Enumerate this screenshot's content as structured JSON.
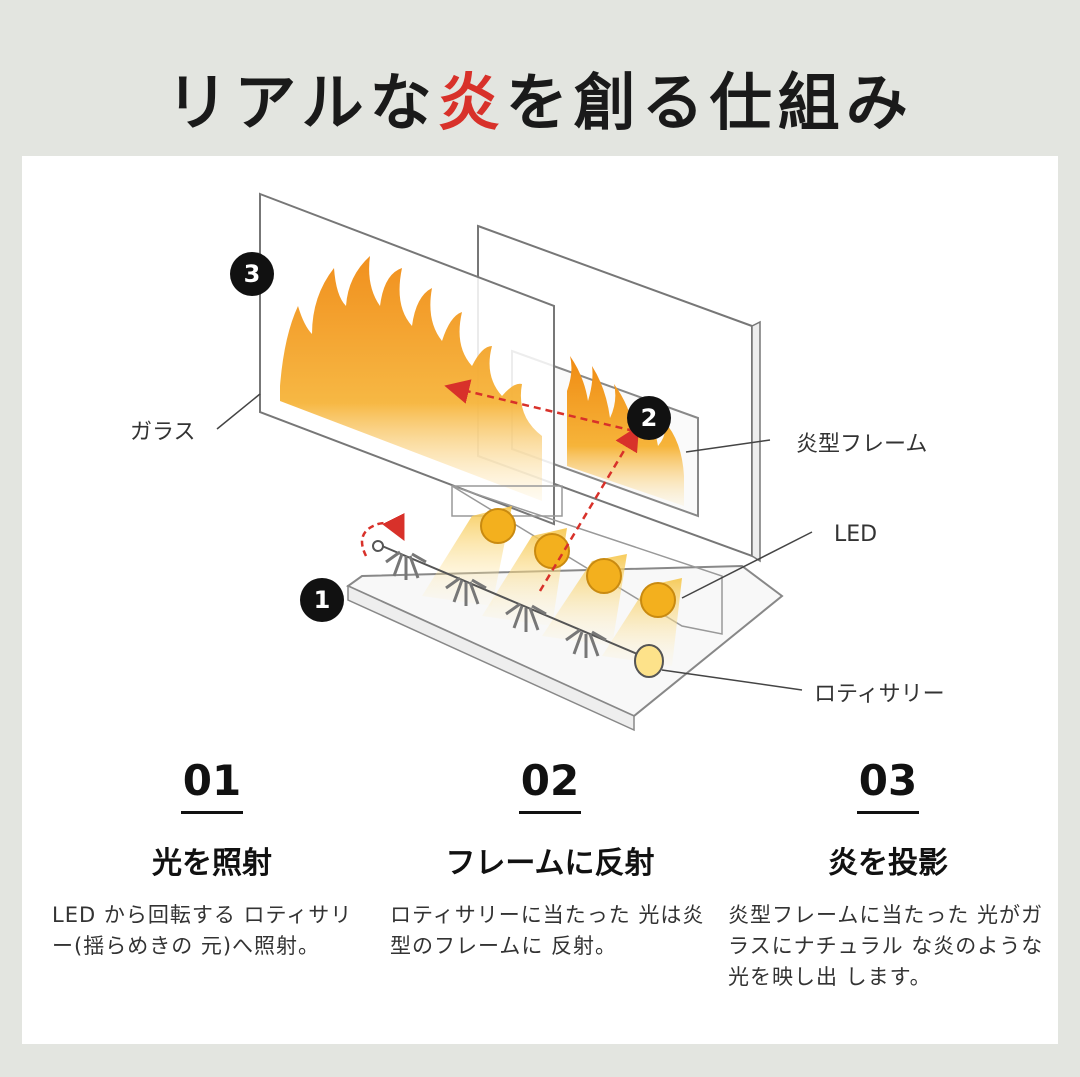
{
  "title": {
    "before": "リアルな",
    "accent": "炎",
    "after": "を創る仕組み",
    "accent_color": "#d8312a"
  },
  "diagram": {
    "badges": [
      "1",
      "2",
      "3"
    ],
    "labels": {
      "glass": "ガラス",
      "flame_frame": "炎型フレーム",
      "led": "LED",
      "rotisserie": "ロティサリー"
    },
    "flame_color": "#f2a321",
    "arrow_color": "#d8312a"
  },
  "steps": [
    {
      "num": "01",
      "head": "光を照射",
      "desc": "LED から回転する ロティサリー(揺らめきの 元)へ照射。"
    },
    {
      "num": "02",
      "head": "フレームに反射",
      "desc": "ロティサリーに当たった 光は炎型のフレームに 反射。"
    },
    {
      "num": "03",
      "head": "炎を投影",
      "desc": "炎型フレームに当たった 光がガラスにナチュラル な炎のような光を映し出 します。"
    }
  ]
}
